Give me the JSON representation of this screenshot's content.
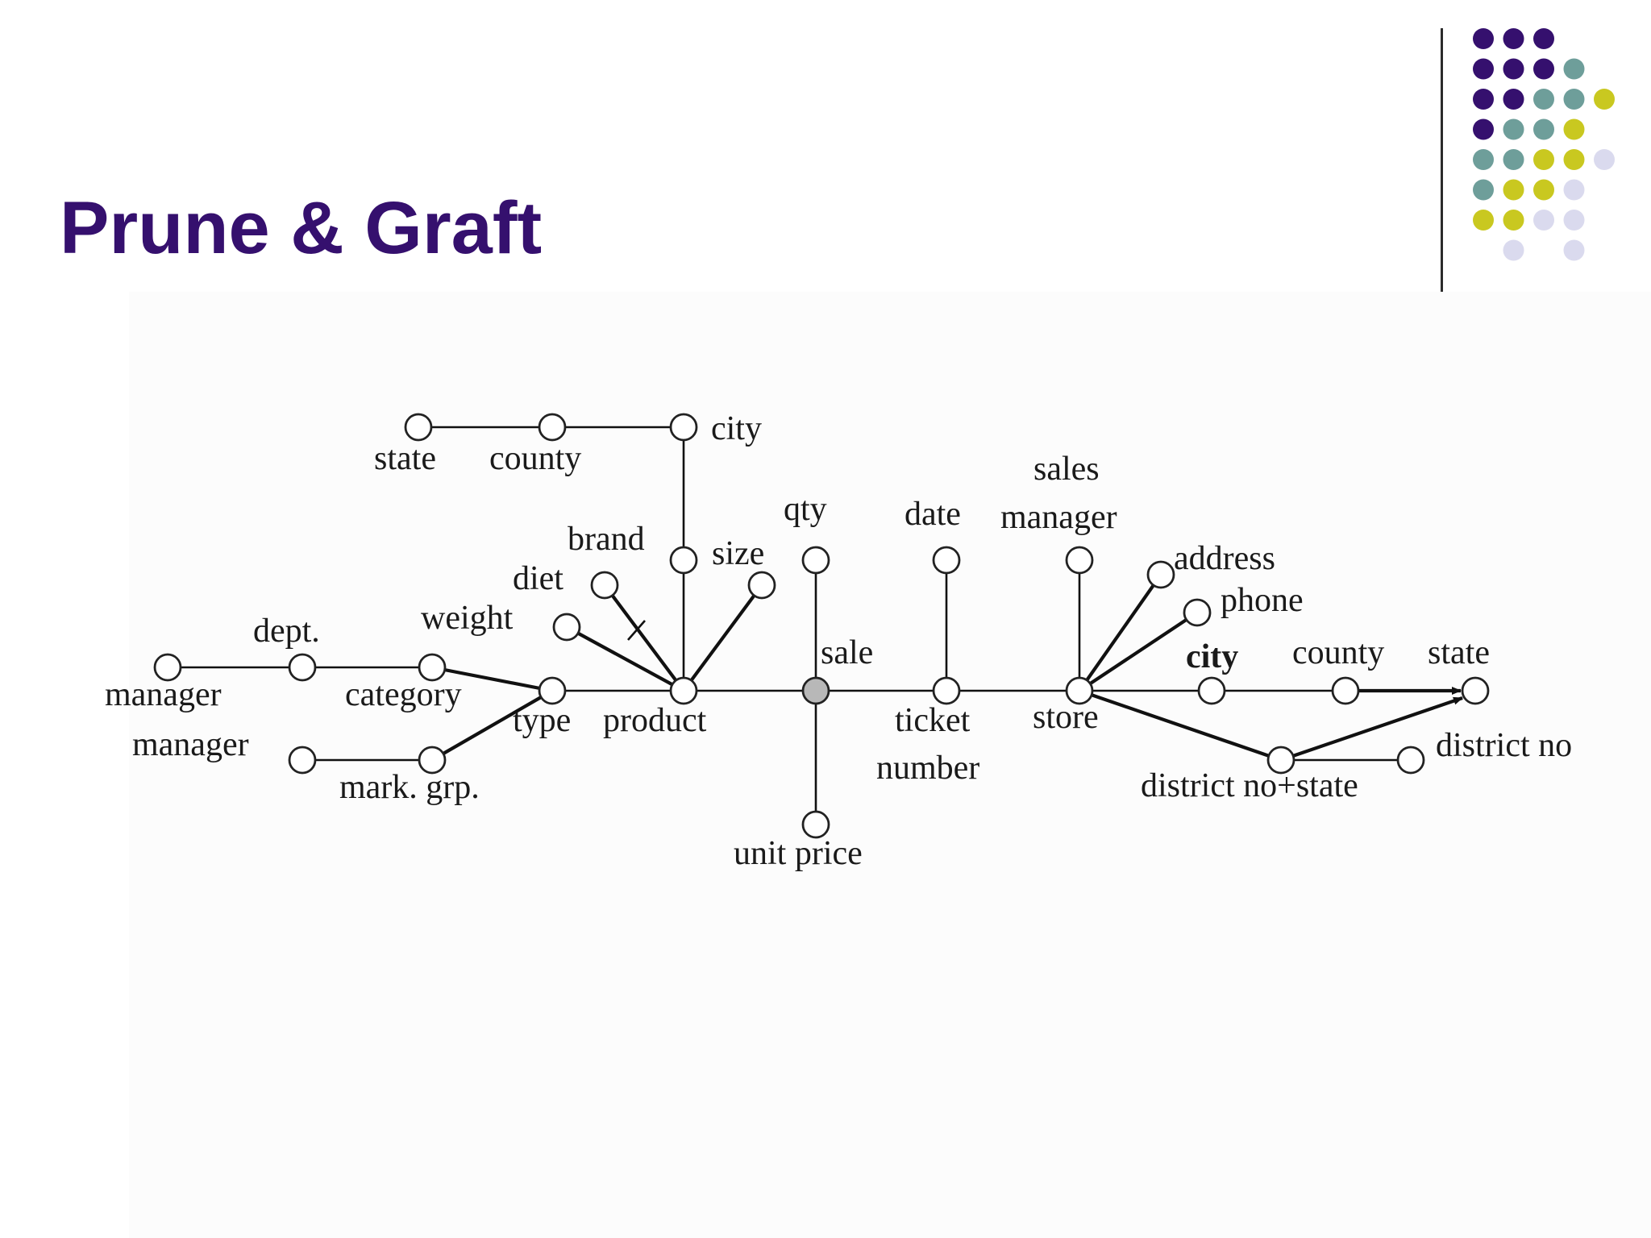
{
  "slide": {
    "title": "Prune & Graft"
  },
  "colors": {
    "title": "#35106e",
    "dot_purple": "#35106e",
    "dot_teal": "#6e9e9a",
    "dot_olive": "#c9c820",
    "dot_lavender": "#dadaee",
    "fact_node": "#b8b8b8"
  },
  "decoration": {
    "dot_grid_rows": [
      [
        "purple",
        "purple",
        "purple",
        null,
        null
      ],
      [
        "purple",
        "purple",
        "purple",
        "teal",
        null
      ],
      [
        "purple",
        "purple",
        "teal",
        "teal",
        "olive"
      ],
      [
        "purple",
        "teal",
        "teal",
        "olive",
        null
      ],
      [
        "teal",
        "teal",
        "olive",
        "olive",
        "lavender"
      ],
      [
        "teal",
        "olive",
        "olive",
        "lavender",
        null
      ],
      [
        "olive",
        "olive",
        "lavender",
        "lavender",
        null
      ],
      [
        null,
        "lavender",
        null,
        "lavender",
        null
      ]
    ]
  },
  "diagram": {
    "nodes": {
      "state_top": {
        "label": "state"
      },
      "county_top": {
        "label": "county"
      },
      "city_top": {
        "label": "city"
      },
      "brand": {
        "label": "brand"
      },
      "size": {
        "label": "size"
      },
      "diet": {
        "label": "diet"
      },
      "weight": {
        "label": "weight"
      },
      "manager_dept": {
        "label": "manager"
      },
      "dept": {
        "label": "dept."
      },
      "category": {
        "label": "category"
      },
      "type": {
        "label": "type"
      },
      "product": {
        "label": "product"
      },
      "manager_mark": {
        "label": "manager"
      },
      "mark_grp": {
        "label": "mark. grp."
      },
      "qty": {
        "label": "qty"
      },
      "sale": {
        "label": "sale"
      },
      "unit_price": {
        "label": "unit price"
      },
      "date": {
        "label": "date"
      },
      "ticket_number": {
        "label_line1": "ticket",
        "label_line2": "number"
      },
      "sales_manager": {
        "label_line1": "sales",
        "label_line2": "manager"
      },
      "store": {
        "label": "store"
      },
      "address": {
        "label": "address"
      },
      "phone": {
        "label": "phone"
      },
      "city_right": {
        "label": "city"
      },
      "county_right": {
        "label": "county"
      },
      "state_right": {
        "label": "state"
      },
      "district_state": {
        "label": "district no+state"
      },
      "district_no": {
        "label": "district no"
      }
    }
  }
}
